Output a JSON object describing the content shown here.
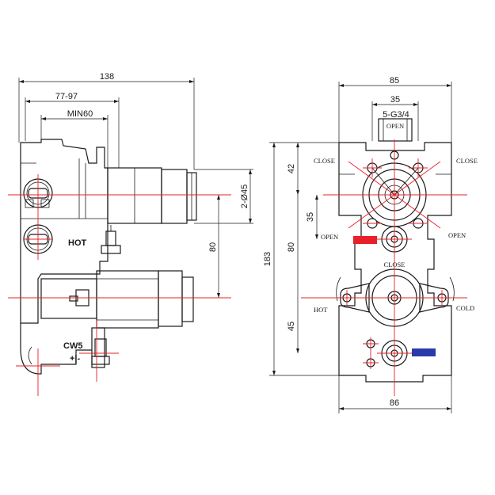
{
  "side_view": {
    "dims": {
      "overall_width": "138",
      "wall_depth": "77-97",
      "min_depth": "MIN60",
      "cartridge_diameter": "2-Ø45",
      "outlet_spacing": "80"
    },
    "markings": {
      "hot": "HOT",
      "cw5": "CW5",
      "plus_minus": "+|-"
    }
  },
  "front_view": {
    "dims": {
      "top_width": "85",
      "port_width": "35",
      "thread": "5-G3/4",
      "overall_height": "183",
      "top_offset": "42",
      "upper_spacing": "35",
      "mid_spacing": "80",
      "lower_spacing": "45",
      "bottom_width": "86"
    },
    "labels": {
      "open_top": "OPEN",
      "close_left": "CLOSE",
      "close_right": "CLOSE",
      "open_left": "OPEN",
      "open_right": "OPEN",
      "close_mid": "CLOSE",
      "hot": "HOT",
      "cold": "COLD"
    },
    "colors": {
      "hot": "#e8202a",
      "cold": "#2a3aa8",
      "centerline": "#e8202a"
    }
  }
}
